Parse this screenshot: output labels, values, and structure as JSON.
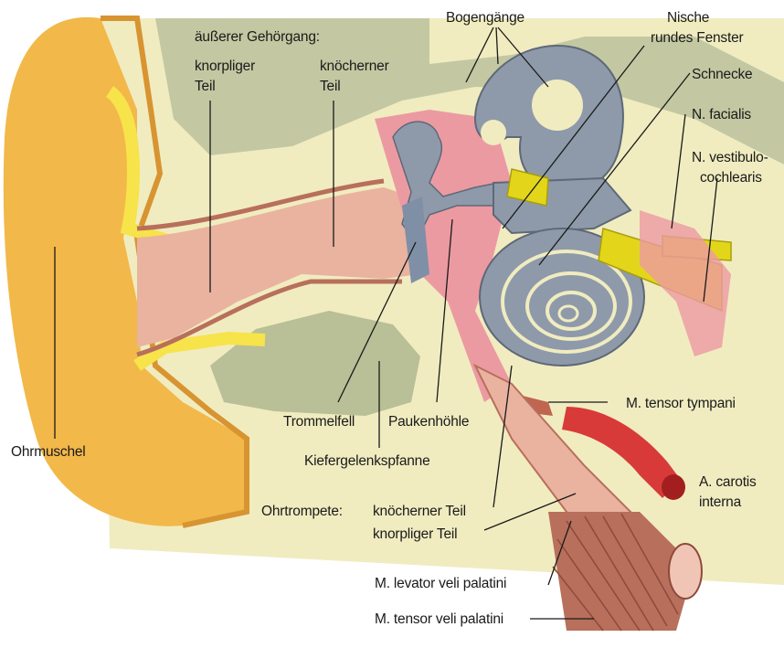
{
  "labels": {
    "bogengaenge": "Bogengänge",
    "nische_1": "Nische",
    "nische_2": "rundes Fenster",
    "schnecke": "Schnecke",
    "n_facialis": "N. facialis",
    "vestibulo_1": "N. vestibulo-",
    "vestibulo_2": "cochlearis",
    "aeusserer_gehoergang": "äußerer Gehörgang:",
    "knorpliger_1": "knorpliger",
    "knorpliger_2": "Teil",
    "knoecherner_1": "knöcherner",
    "knoecherner_2": "Teil",
    "ohrmuschel": "Ohrmuschel",
    "trommelfell": "Trommelfell",
    "paukenhoehle": "Paukenhöhle",
    "kiefergelenkspfanne": "Kiefergelenkspfanne",
    "tensor_tympani": "M. tensor tympani",
    "carotis_1": "A. carotis",
    "carotis_2": "interna",
    "ohrtrompete": "Ohrtrompete:",
    "tube_knoechern": "knöcherner Teil",
    "tube_knorplig": "knorpliger Teil",
    "levator": "M. levator veli palatini",
    "tensor_veli": "M. tensor veli palatini"
  },
  "colors": {
    "auricle": "#f2b84a",
    "bone": "#f0ecc0",
    "canal": "#e9b3a0",
    "labyrinth": "#8e9aaa",
    "nerve": "#e3d61a",
    "artery": "#d83a3a",
    "cavity": "#ec9aa2",
    "muscle": "#b86f5c"
  }
}
